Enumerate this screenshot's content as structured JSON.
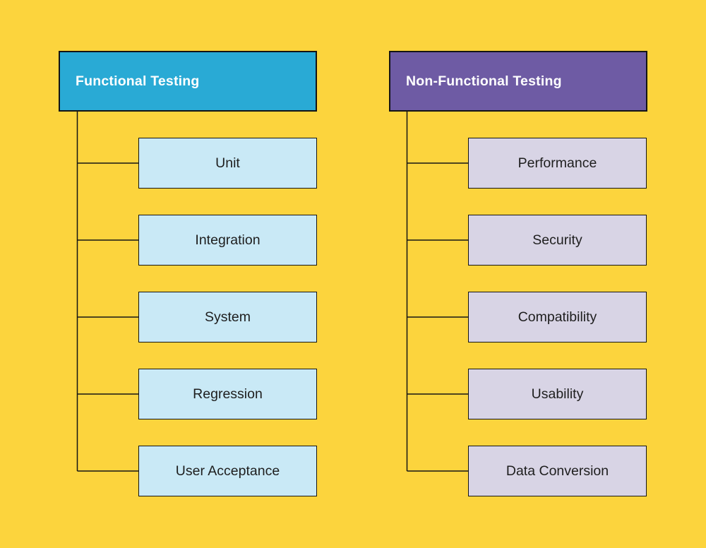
{
  "canvas": {
    "background_color": "#FCD43D",
    "connector_color": "#141414",
    "border_color": "#141414"
  },
  "columns": [
    {
      "header": {
        "label": "Functional Testing",
        "background_color": "#29AAD5",
        "text_color": "#FFFFFF"
      },
      "child_style": {
        "background_color": "#C9E9F6",
        "text_color": "#1E1E1E"
      },
      "children": [
        {
          "label": "Unit"
        },
        {
          "label": "Integration"
        },
        {
          "label": "System"
        },
        {
          "label": "Regression"
        },
        {
          "label": "User Acceptance"
        }
      ]
    },
    {
      "header": {
        "label": "Non-Functional Testing",
        "background_color": "#6E5BA4",
        "text_color": "#FFFFFF"
      },
      "child_style": {
        "background_color": "#D8D4E5",
        "text_color": "#1E1E1E"
      },
      "children": [
        {
          "label": "Performance"
        },
        {
          "label": "Security"
        },
        {
          "label": "Compatibility"
        },
        {
          "label": "Usability"
        },
        {
          "label": "Data Conversion"
        }
      ]
    }
  ]
}
